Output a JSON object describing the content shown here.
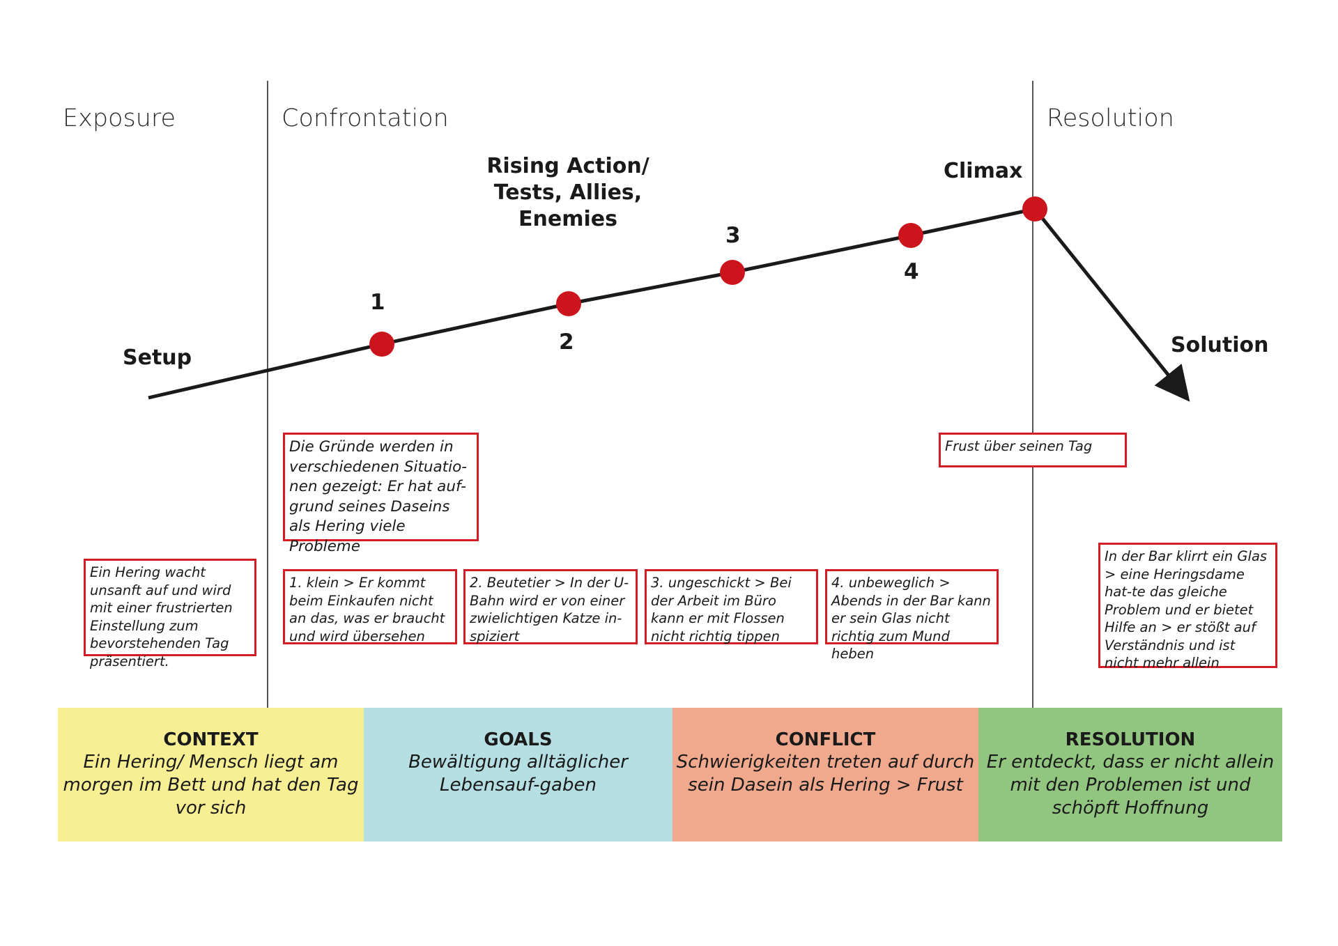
{
  "phases": {
    "exposure": "Exposure",
    "confrontation": "Confrontation",
    "resolution": "Resolution"
  },
  "labels": {
    "setup": "Setup",
    "rising_line1": "Rising Action/",
    "rising_line2": "Tests, Allies,",
    "rising_line3": "Enemies",
    "climax": "Climax",
    "solution": "Solution"
  },
  "points": [
    "1",
    "2",
    "3",
    "4"
  ],
  "notes": {
    "setup": "Ein Hering wacht unsanft auf und wird mit einer frustrierten Einstellung zum bevorstehenden Tag präsentiert.",
    "reasons": "Die Gründe werden in verschiedenen Situatio-nen gezeigt: Er hat auf-grund seines Daseins als Hering viele Probleme",
    "p1": "1. klein > Er kommt beim Einkaufen nicht an das, was er braucht und wird übersehen",
    "p2": "2. Beutetier > In der U-Bahn wird er von einer zwielichtigen Katze in-spiziert",
    "p3": "3. ungeschickt > Bei der Arbeit im Büro kann er mit Flossen nicht richtig tippen",
    "p4": "4. unbeweglich > Abends in der Bar kann er sein Glas nicht richtig zum Mund heben",
    "climax": "Frust über seinen Tag",
    "solution": "In der Bar klirrt ein Glas > eine Heringsdame hat-te das gleiche Problem und er bietet Hilfe an > er stößt auf Verständnis und ist nicht mehr allein"
  },
  "bands": [
    {
      "title": "CONTEXT",
      "text": "Ein Hering/ Mensch liegt am morgen im Bett und hat den Tag vor sich",
      "color": "#f8ef95"
    },
    {
      "title": "GOALS",
      "text": "Bewältigung alltäglicher Lebensauf-gaben",
      "color": "#b5dfe3"
    },
    {
      "title": "CONFLICT",
      "text": "Schwierigkeiten treten auf durch sein Dasein als Hering > Frust",
      "color": "#f0a98d"
    },
    {
      "title": "RESOLUTION",
      "text": "Er entdeckt, dass er nicht allein mit den Problemen ist und schöpft Hoffnung",
      "color": "#92c680"
    }
  ],
  "colors": {
    "accent_red": "#d51b24",
    "dot_red": "#cc141d",
    "line": "#1a1a1a",
    "divider": "#555555"
  }
}
